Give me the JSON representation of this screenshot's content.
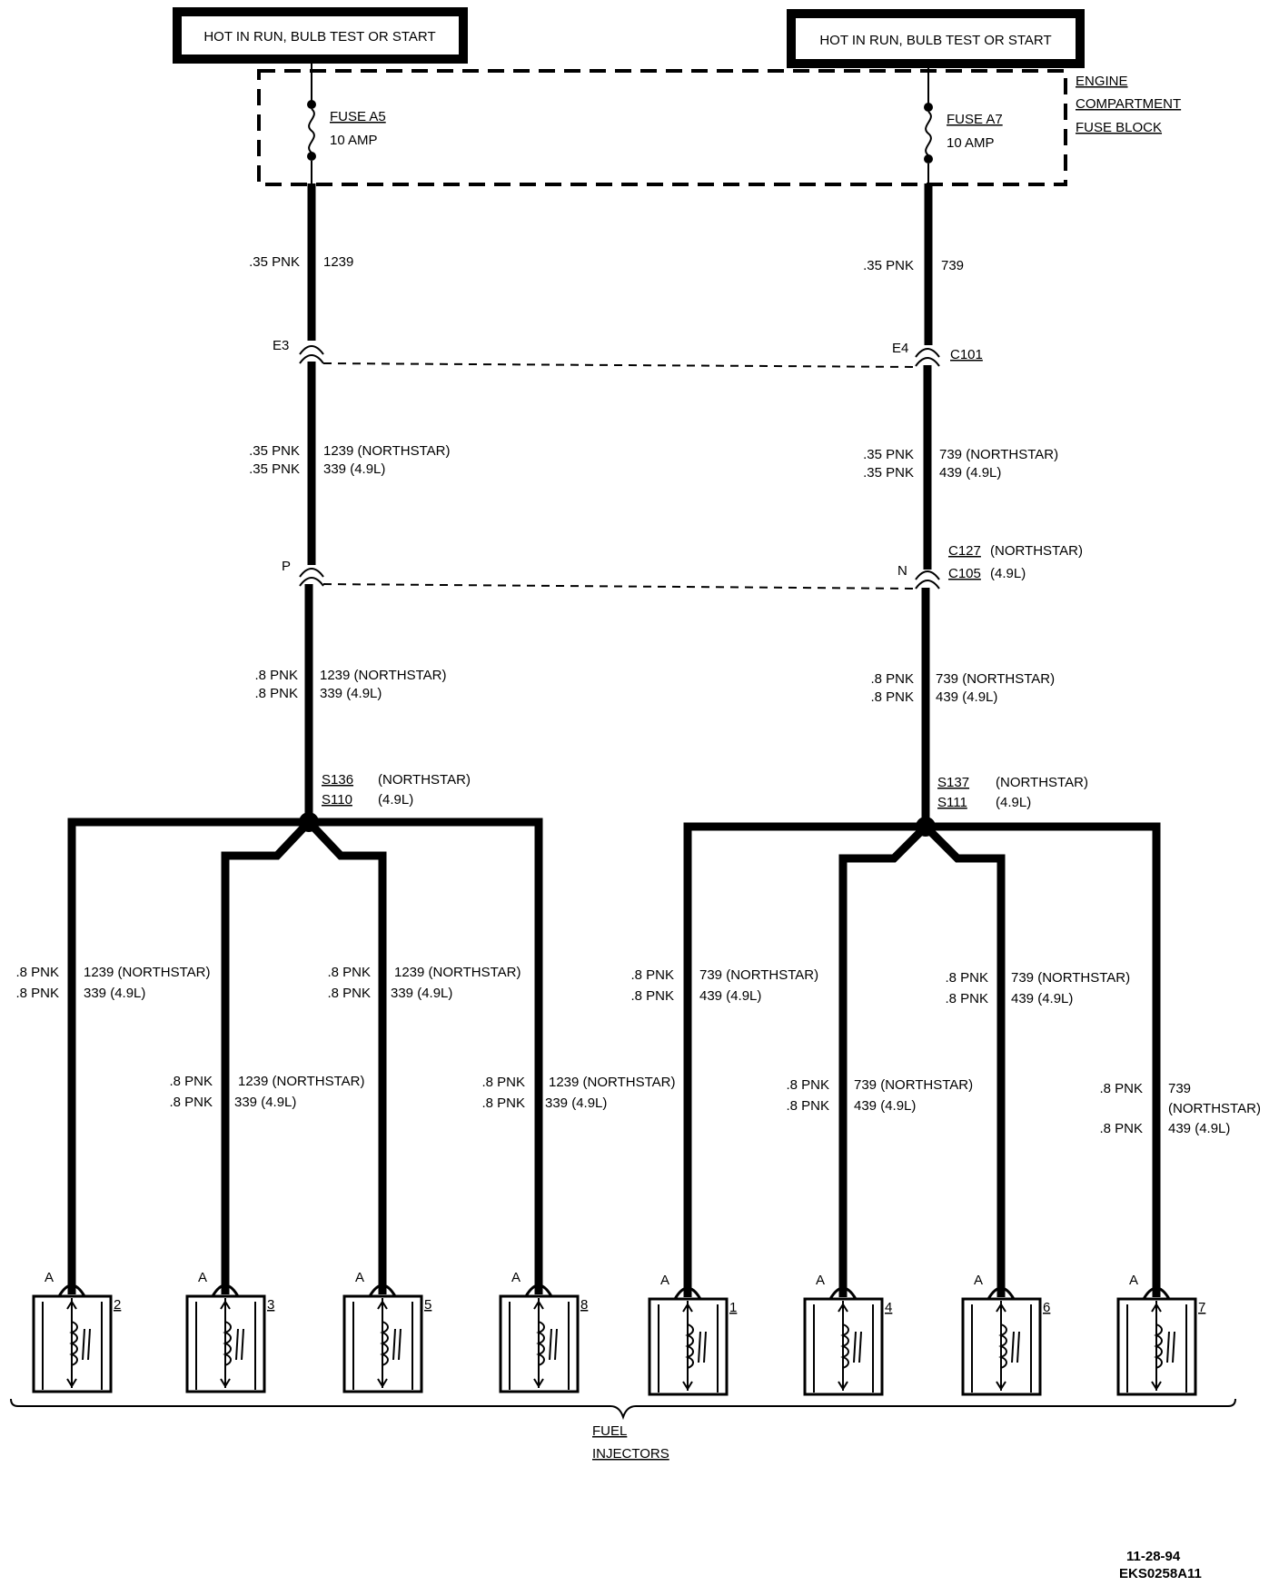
{
  "power_left": "HOT IN RUN, BULB TEST OR START",
  "power_right": "HOT IN RUN, BULB TEST OR START",
  "fuse_block": [
    "ENGINE",
    "COMPARTMENT",
    "FUSE BLOCK"
  ],
  "fuse_left": {
    "name": "FUSE A5",
    "rating": "10 AMP"
  },
  "fuse_right": {
    "name": "FUSE A7",
    "rating": "10 AMP"
  },
  "left": {
    "w1_gauge": ".35 PNK",
    "w1_circuit": "1239",
    "conn_pin": "E3",
    "w2_gauge": [
      ".35 PNK",
      ".35 PNK"
    ],
    "w2_circuit": [
      "1239 (NORTHSTAR)",
      "339 (4.9L)"
    ],
    "conn2_pin": "P",
    "w3_gauge": [
      ".8 PNK",
      ".8 PNK"
    ],
    "w3_circuit": [
      "1239 (NORTHSTAR)",
      "339 (4.9L)"
    ],
    "splice": [
      "S136",
      "S110"
    ],
    "splice_note": [
      "(NORTHSTAR)",
      "(4.9L)"
    ]
  },
  "right": {
    "w1_gauge": ".35 PNK",
    "w1_circuit": "739",
    "conn_pin": "E4",
    "conn_name": "C101",
    "w2_gauge": [
      ".35 PNK",
      ".35 PNK"
    ],
    "w2_circuit": [
      "739 (NORTHSTAR)",
      "439 (4.9L)"
    ],
    "conn2_pin": "N",
    "conn2_name": [
      "C127",
      "C105"
    ],
    "conn2_note": [
      "(NORTHSTAR)",
      "(4.9L)"
    ],
    "w3_gauge": [
      ".8 PNK",
      ".8 PNK"
    ],
    "w3_circuit": [
      "739 (NORTHSTAR)",
      "439 (4.9L)"
    ],
    "splice": [
      "S137",
      "S111"
    ],
    "splice_note": [
      "(NORTHSTAR)",
      "(4.9L)"
    ]
  },
  "branches": [
    {
      "gauge": [
        ".8 PNK",
        ".8 PNK"
      ],
      "circuit": [
        "1239 (NORTHSTAR)",
        "339 (4.9L)"
      ]
    },
    {
      "gauge": [
        ".8 PNK",
        ".8 PNK"
      ],
      "circuit": [
        "1239 (NORTHSTAR)",
        "339 (4.9L)"
      ]
    },
    {
      "gauge": [
        ".8 PNK",
        ".8 PNK"
      ],
      "circuit": [
        "1239 (NORTHSTAR)",
        "339 (4.9L)"
      ]
    },
    {
      "gauge": [
        ".8 PNK",
        ".8 PNK"
      ],
      "circuit": [
        "1239 (NORTHSTAR)",
        "339 (4.9L)"
      ]
    },
    {
      "gauge": [
        ".8 PNK",
        ".8 PNK"
      ],
      "circuit": [
        "739 (NORTHSTAR)",
        "439 (4.9L)"
      ]
    },
    {
      "gauge": [
        ".8 PNK",
        ".8 PNK"
      ],
      "circuit": [
        "739 (NORTHSTAR)",
        "439 (4.9L)"
      ]
    },
    {
      "gauge": [
        ".8 PNK",
        ".8 PNK"
      ],
      "circuit": [
        "739 (NORTHSTAR)",
        "439 (4.9L)"
      ]
    },
    {
      "gauge": [
        ".8 PNK",
        ".8 PNK"
      ],
      "circuit": [
        "739",
        "(NORTHSTAR)",
        "439 (4.9L)"
      ]
    }
  ],
  "injectors": [
    {
      "pin": "A",
      "number": "2"
    },
    {
      "pin": "A",
      "number": "3"
    },
    {
      "pin": "A",
      "number": "5"
    },
    {
      "pin": "A",
      "number": "8"
    },
    {
      "pin": "A",
      "number": "1"
    },
    {
      "pin": "A",
      "number": "4"
    },
    {
      "pin": "A",
      "number": "6"
    },
    {
      "pin": "A",
      "number": "7"
    }
  ],
  "injectors_label": [
    "FUEL",
    "INJECTORS"
  ],
  "footer": [
    "11-28-94",
    "EKS0258A11"
  ]
}
